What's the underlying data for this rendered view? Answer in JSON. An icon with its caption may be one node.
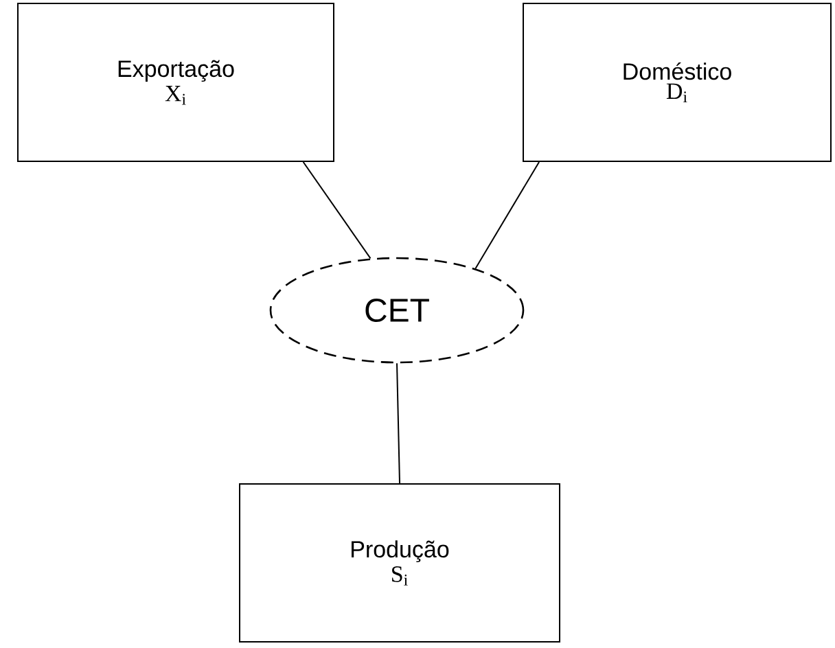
{
  "diagram": {
    "nodes": [
      {
        "text": [
          "Exportação",
          "X$_{i}$"
        ]
      },
      {
        "text": [
          "Doméstico",
          "D$_{i}$"
        ]
      },
      {
        "text": [
          "CET"
        ]
      },
      {
        "text": [
          "Produção",
          "S$_{i}$"
        ]
      }
    ],
    "edges": [
      {
        "from": 0,
        "to": 2,
        "arrow": "none"
      },
      {
        "from": 1,
        "to": 2,
        "arrow": "none"
      },
      {
        "from": 2,
        "to": 3,
        "arrow": "none"
      }
    ]
  }
}
